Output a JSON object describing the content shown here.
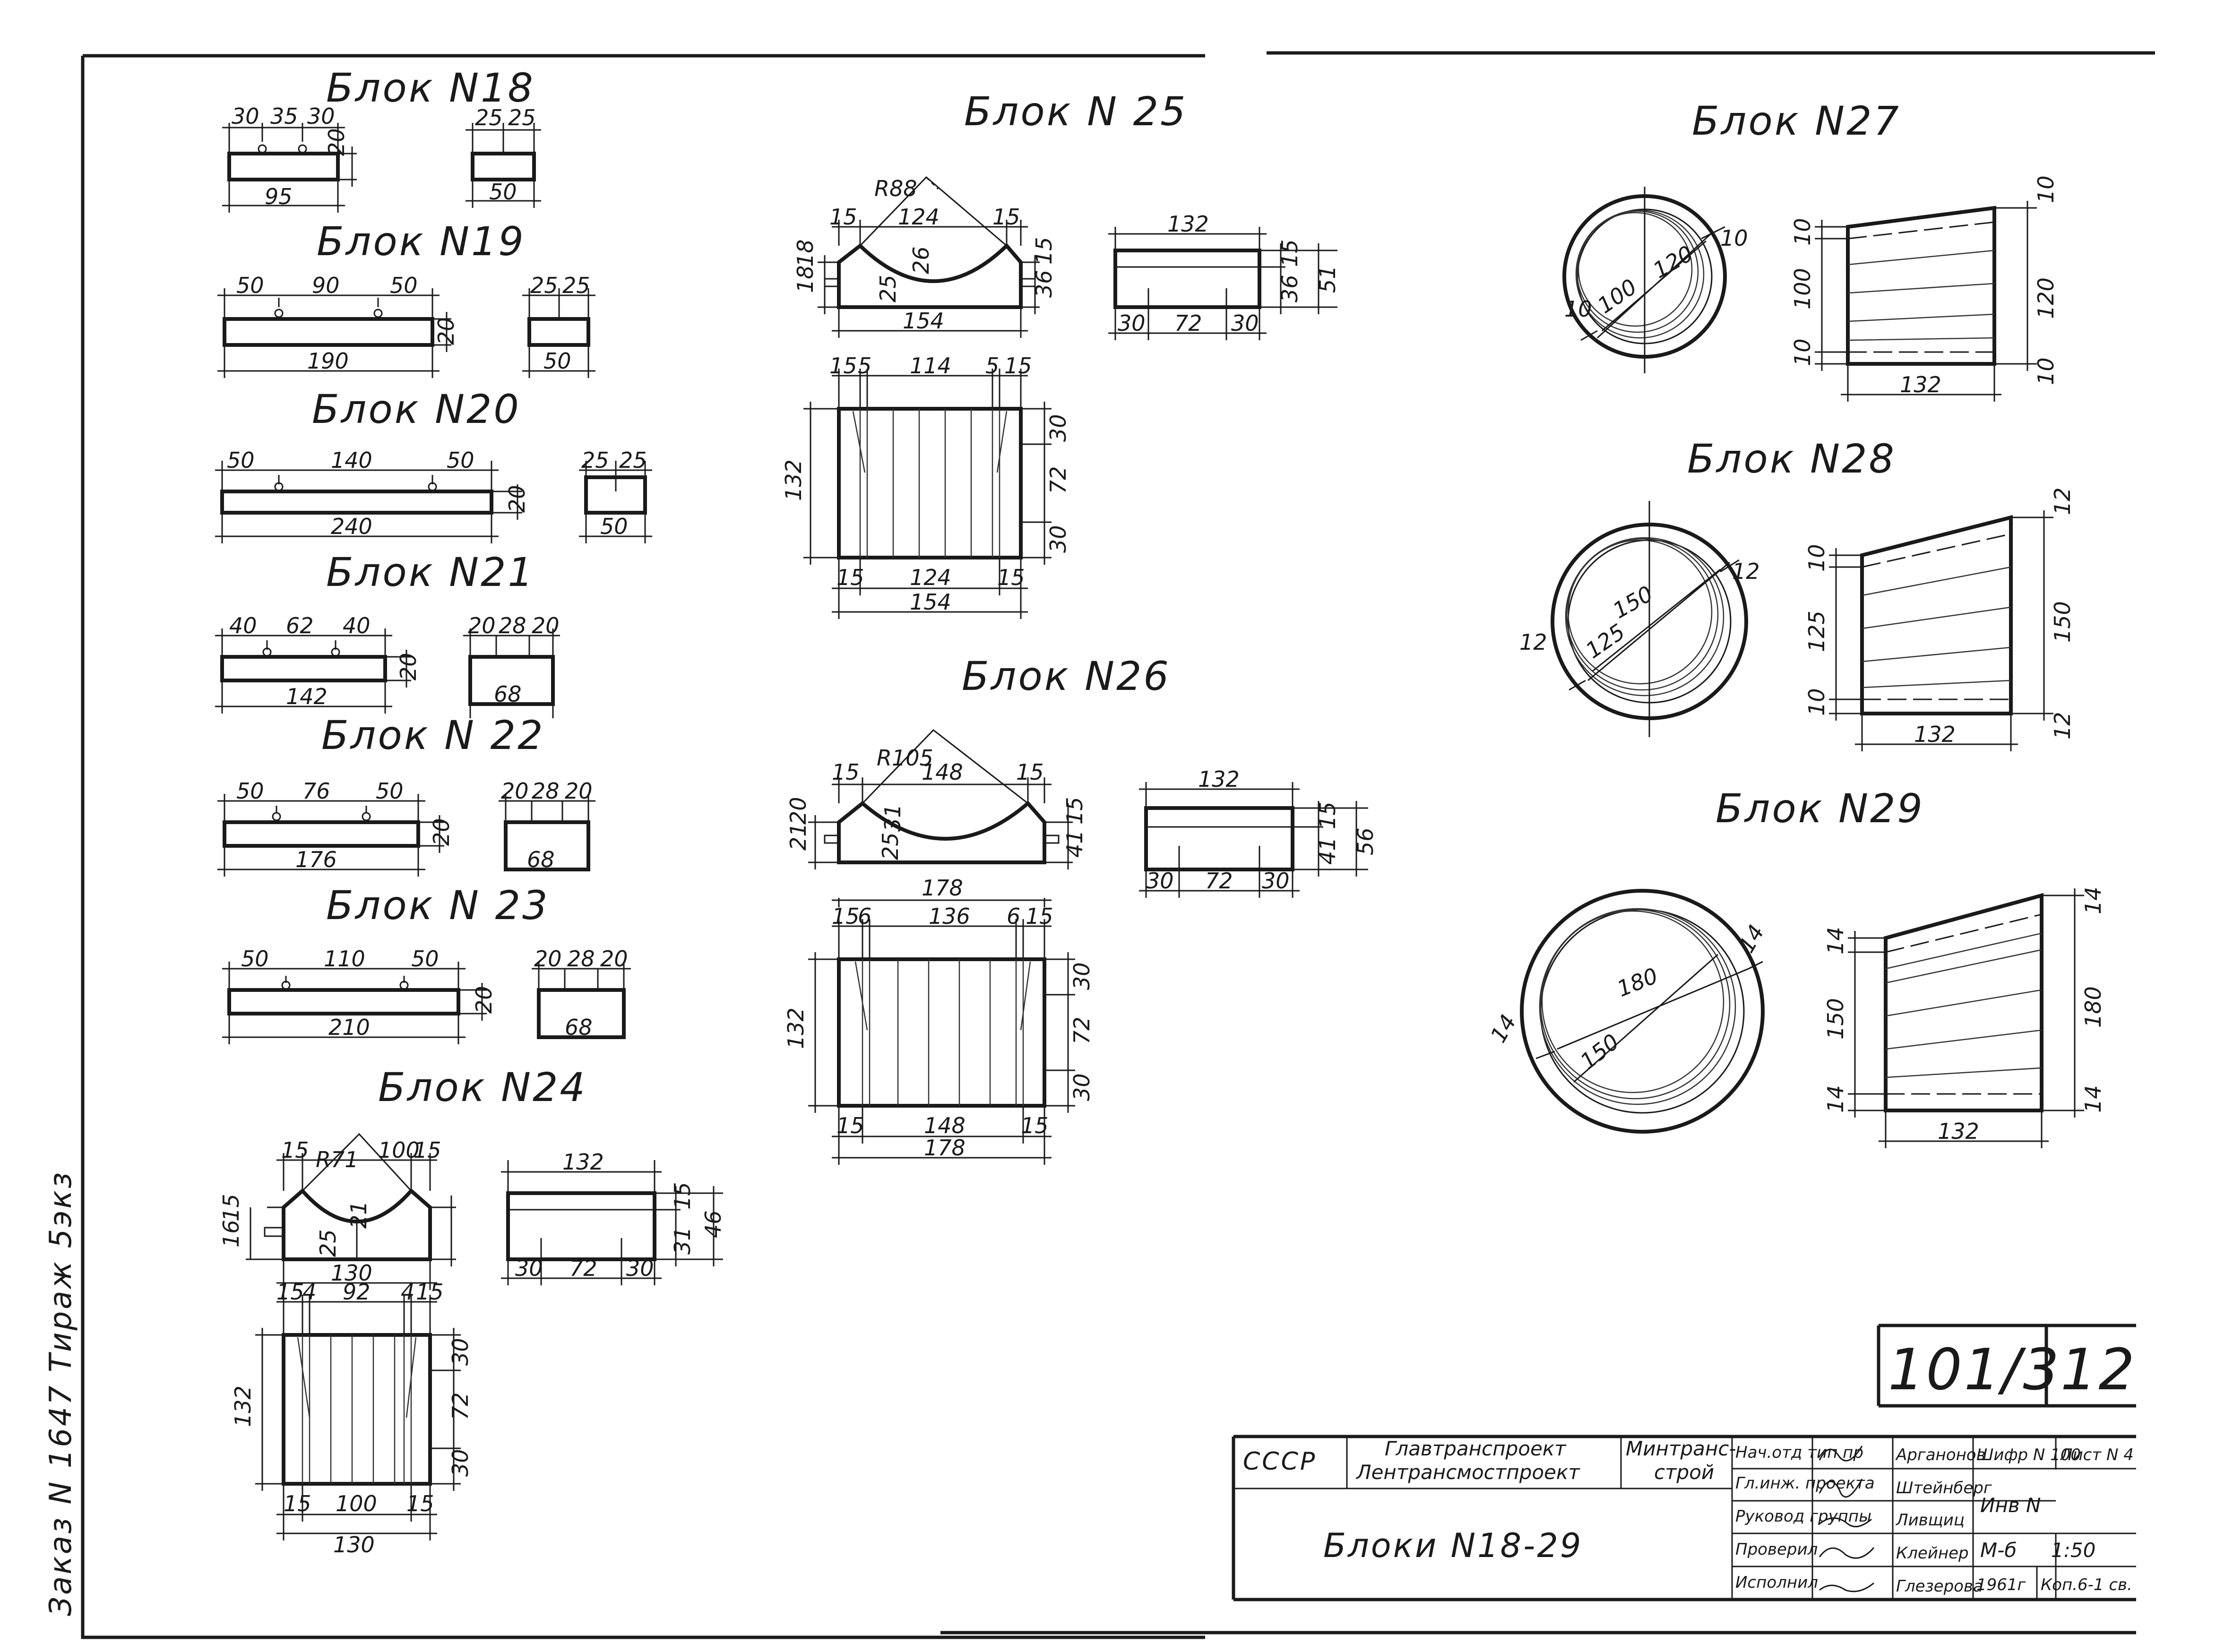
{
  "blocks": {
    "b18": {
      "title": "Блок N18",
      "top": [
        "30",
        "35",
        "30"
      ],
      "side_h": "20",
      "len": "95",
      "end_top": [
        "25",
        "25"
      ],
      "end_w": "50"
    },
    "b19": {
      "title": "Блок N19",
      "top": [
        "50",
        "90",
        "50"
      ],
      "side_h": "20",
      "len": "190",
      "end_top": [
        "25",
        "25"
      ],
      "end_w": "50"
    },
    "b20": {
      "title": "Блок N20",
      "top": [
        "50",
        "140",
        "50"
      ],
      "side_h": "20",
      "len": "240",
      "end_top": [
        "25",
        "25"
      ],
      "end_w": "50"
    },
    "b21": {
      "title": "Блок N21",
      "top": [
        "40",
        "62",
        "40"
      ],
      "side_h": "20",
      "len": "142",
      "end_top": [
        "20",
        "28",
        "20"
      ],
      "end_w": "68"
    },
    "b22": {
      "title": "Блок N 22",
      "top": [
        "50",
        "76",
        "50"
      ],
      "side_h": "20",
      "len": "176",
      "end_top": [
        "20",
        "28",
        "20"
      ],
      "end_w": "68"
    },
    "b23": {
      "title": "Блок N 23",
      "top": [
        "50",
        "110",
        "50"
      ],
      "side_h": "20",
      "len": "210",
      "end_top": [
        "20",
        "28",
        "20"
      ],
      "end_w": "68"
    },
    "b24": {
      "title": "Блок N24",
      "rad": "R71",
      "top": [
        "15",
        "100",
        "15"
      ],
      "left": [
        "16",
        "15"
      ],
      "cut": [
        "25",
        "21"
      ],
      "base": "130",
      "sv_len": "132",
      "sv_h": [
        "31",
        "15"
      ],
      "sv_total": "46",
      "sv_bot": [
        "30",
        "72",
        "30"
      ],
      "pl_top": [
        "15",
        "4",
        "92",
        "4",
        "15"
      ],
      "pl_h": "132",
      "pl_right": [
        "30",
        "72",
        "30"
      ],
      "pl_bot": [
        "15",
        "100",
        "15"
      ],
      "pl_total": "130"
    },
    "b25": {
      "title": "Блок N 25",
      "rad": "R88",
      "top": [
        "15",
        "124",
        "15"
      ],
      "left": [
        "18",
        "18"
      ],
      "cut": [
        "25",
        "26"
      ],
      "right": [
        "36",
        "15"
      ],
      "base": "154",
      "sv_len": "132",
      "sv_h": [
        "36",
        "15"
      ],
      "sv_total": "51",
      "sv_bot": [
        "30",
        "72",
        "30"
      ],
      "pl_top": [
        "15",
        "5",
        "114",
        "5",
        "15"
      ],
      "pl_h": "132",
      "pl_right": [
        "30",
        "72",
        "30"
      ],
      "pl_bot": [
        "15",
        "124",
        "15"
      ],
      "pl_total": "154"
    },
    "b26": {
      "title": "Блок N26",
      "rad": "R105",
      "top": [
        "15",
        "148",
        "15"
      ],
      "left": [
        "21",
        "20"
      ],
      "cut": [
        "25",
        "31"
      ],
      "right": [
        "41",
        "15"
      ],
      "base": "178",
      "sv_len": "132",
      "sv_h": [
        "41",
        "15"
      ],
      "sv_total": "56",
      "sv_bot": [
        "30",
        "72",
        "30"
      ],
      "pl_top": [
        "15",
        "6",
        "136",
        "6",
        "15"
      ],
      "pl_h": "132",
      "pl_right": [
        "30",
        "72",
        "30"
      ],
      "pl_bot": [
        "15",
        "148",
        "15"
      ],
      "pl_total": "178"
    },
    "b27": {
      "title": "Блок N27",
      "ring_outer": "120",
      "ring_inner": "100",
      "ring_wall": "10",
      "sv_left": [
        "10",
        "100",
        "10"
      ],
      "sv_right": "120",
      "sv_tr": "10",
      "sv_br": "10",
      "sv_len": "132"
    },
    "b28": {
      "title": "Блок N28",
      "ring_outer": "150",
      "ring_inner": "125",
      "ring_wall": "12",
      "sv_left": [
        "10",
        "125",
        "10"
      ],
      "sv_right": "150",
      "sv_tr": "12",
      "sv_br": "12",
      "sv_len": "132"
    },
    "b29": {
      "title": "Блок N29",
      "ring_outer": "180",
      "ring_inner": "150",
      "ring_wall": "14",
      "sv_left": [
        "14",
        "150",
        "14"
      ],
      "sv_right": "180",
      "sv_tr": "14",
      "sv_br": "14",
      "sv_len": "132"
    }
  },
  "side_note": "Заказ N 1647  Тираж 5экз",
  "sheet_code": {
    "series": "101/3",
    "sheet": "12"
  },
  "title_block": {
    "country": "СССР",
    "org_line1": "Главтранспроект",
    "org_line2": "Лентрансмостпроект",
    "ministry_line1": "Минтранс-",
    "ministry_line2": "строй",
    "drawing_title": "Блоки N18-29",
    "roles": [
      "Нач.отд тип пр",
      "Гл.инж. проекта",
      "Руковод группы",
      "Проверил",
      "Исполнил"
    ],
    "names": [
      "Арганонов",
      "Штейнберг",
      "Ливщиц",
      "Клейнер",
      "Глезерова"
    ],
    "code_label": "Шифр N 100",
    "list_label": "Лист N 4",
    "inv_label": "Инв N",
    "scale_label": "М-б",
    "scale_value": "1:50",
    "year": "1961г",
    "copy_note": "Коп.6-1 св."
  }
}
